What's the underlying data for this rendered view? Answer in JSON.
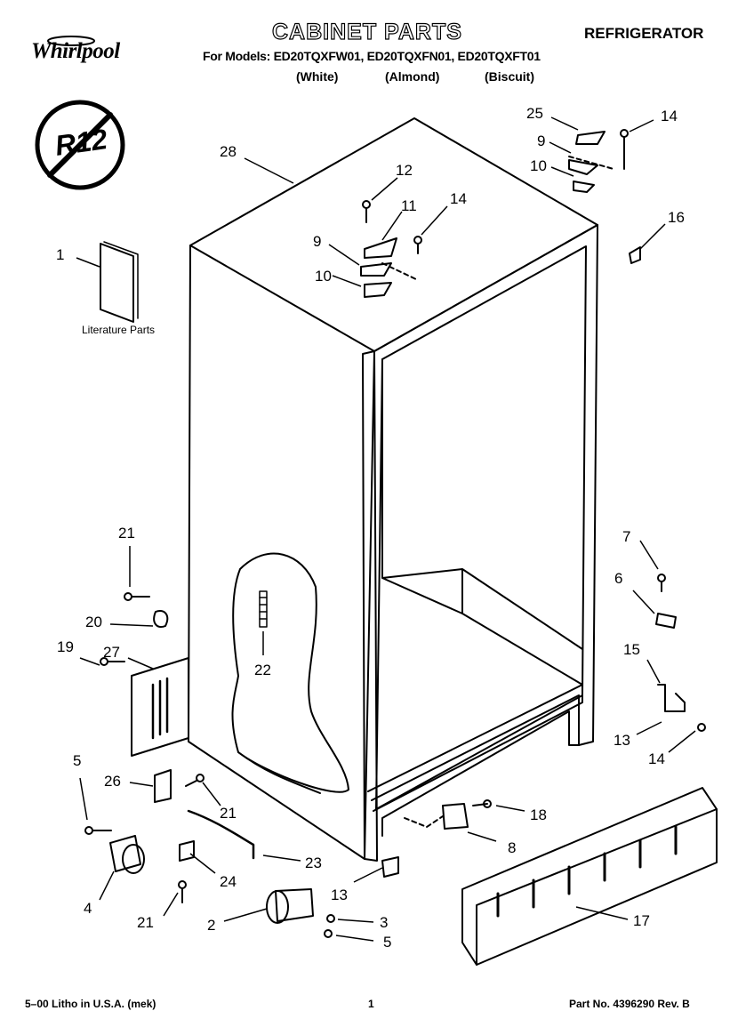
{
  "header": {
    "brand": "Whirlpool",
    "title": "CABINET PARTS",
    "category": "REFRIGERATOR",
    "models_line": "For Models: ED20TQXFW01, ED20TQXFN01, ED20TQXFT01",
    "colors": [
      "(White)",
      "(Almond)",
      "(Biscuit)"
    ],
    "r12_badge": "R12"
  },
  "literature_label": "Literature Parts",
  "callouts": [
    "25",
    "14",
    "9",
    "10",
    "28",
    "12",
    "11",
    "14",
    "16",
    "1",
    "9",
    "10",
    "21",
    "7",
    "6",
    "20",
    "22",
    "19",
    "27",
    "15",
    "13",
    "14",
    "5",
    "26",
    "21",
    "18",
    "8",
    "23",
    "4",
    "24",
    "13",
    "21",
    "2",
    "3",
    "5",
    "17"
  ],
  "footer": {
    "left": "5–00 Litho in U.S.A. (mek)",
    "page": "1",
    "right": "Part No. 4396290 Rev. B"
  }
}
